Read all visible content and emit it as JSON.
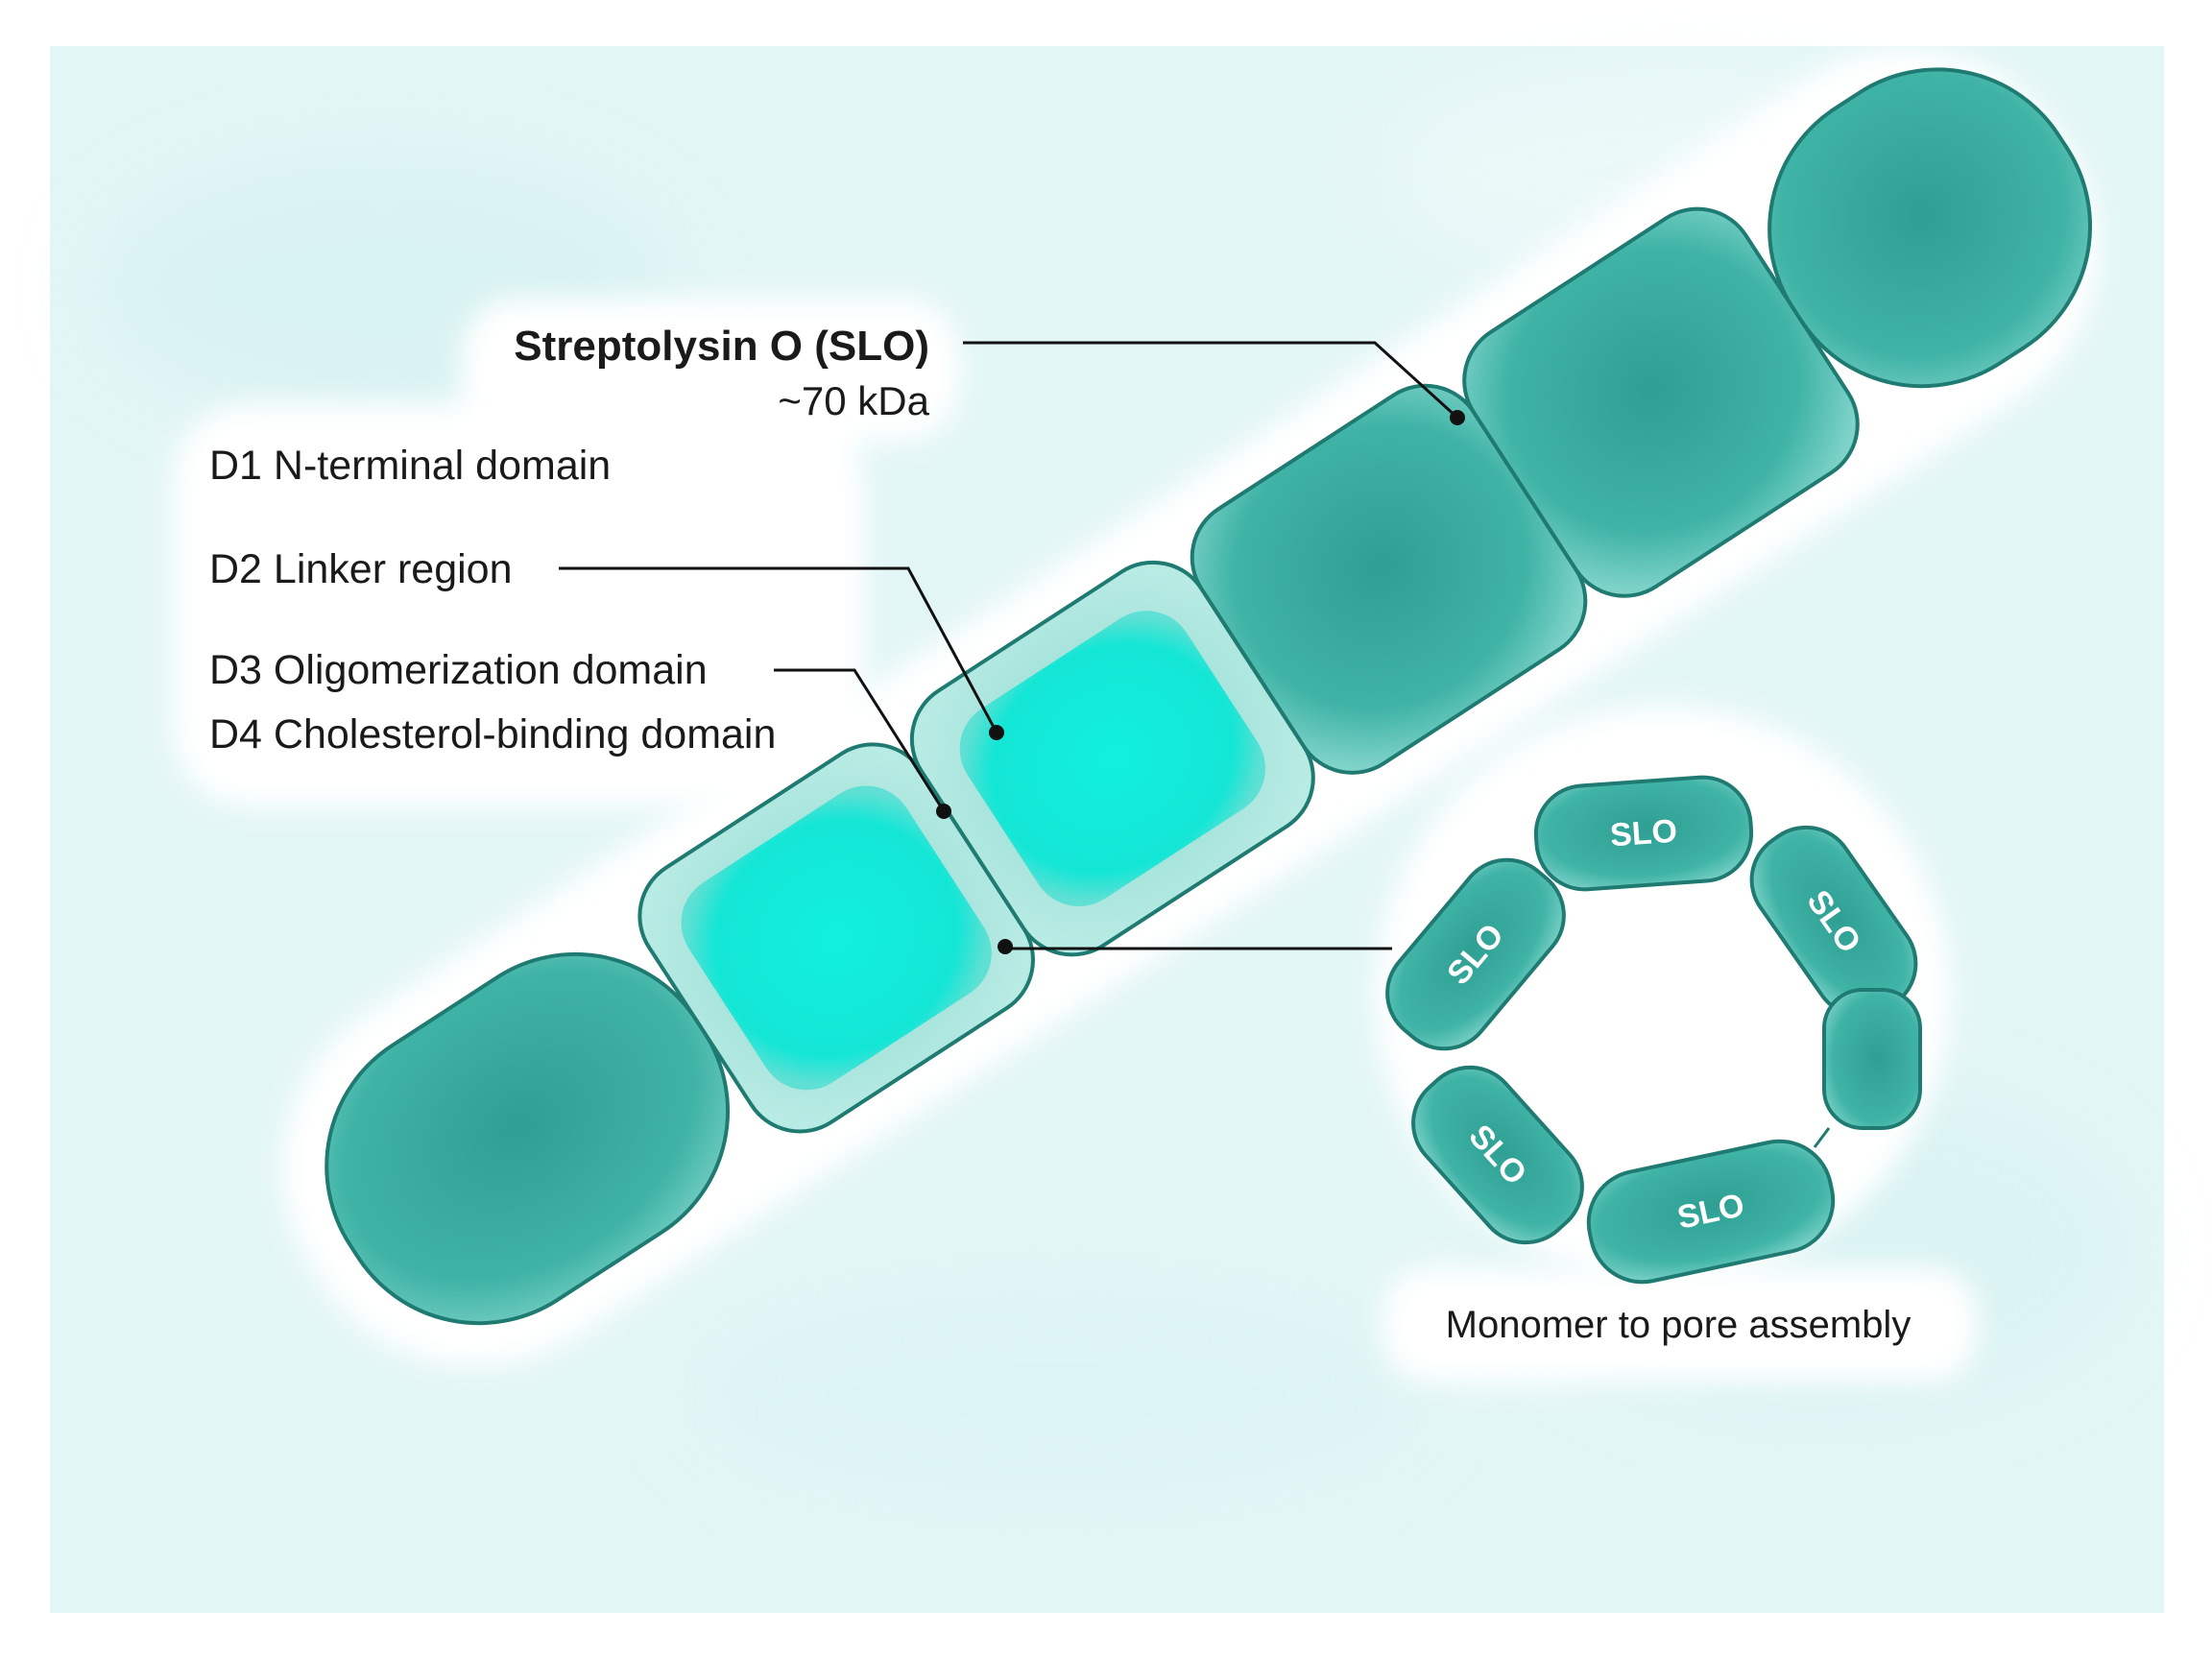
{
  "title": {
    "name": "Streptolysin O (SLO)",
    "mass": "~70 kDa"
  },
  "domains": [
    {
      "label": "D1 N-terminal domain"
    },
    {
      "label": "D2 Linker region"
    },
    {
      "label": "D3 Oligomerization domain"
    },
    {
      "label": "D4 Cholesterol-binding domain"
    }
  ],
  "pore": {
    "segment_label": "SLO",
    "caption": "Monomer to pore assembly"
  },
  "colors": {
    "background": "#e6f7f7",
    "halo": "#ffffff",
    "segment_fill": "#3fb3a6",
    "segment_outline": "#1f7a72",
    "highlight_core": "#13ecdc",
    "leader_line": "#111111"
  }
}
